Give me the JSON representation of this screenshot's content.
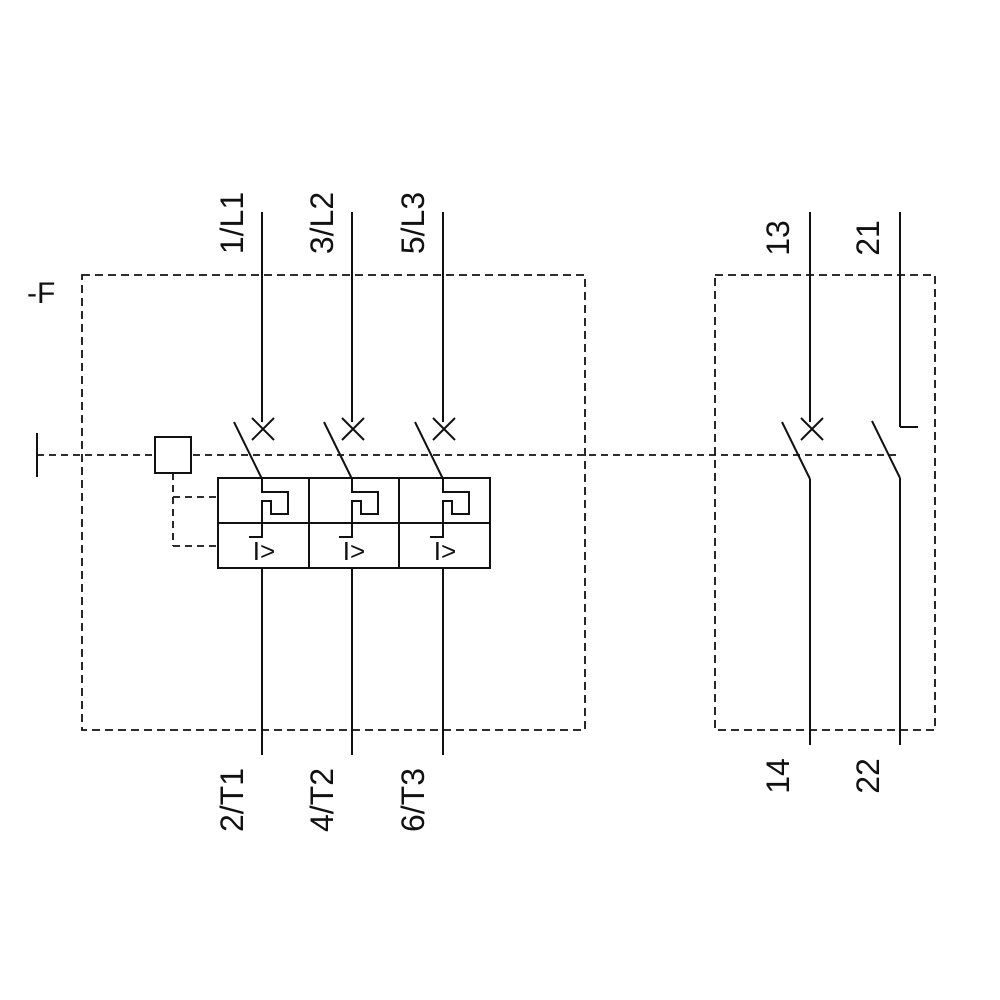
{
  "diagram": {
    "device_label": "-F",
    "main_circuit": {
      "top_terminals": [
        "1/L1",
        "3/L2",
        "5/L3"
      ],
      "bottom_terminals": [
        "2/T1",
        "4/T2",
        "6/T3"
      ],
      "overcurrent_symbols": [
        "I>",
        "I>",
        "I>"
      ]
    },
    "aux_circuit": {
      "no_contact": {
        "top_terminal": "13",
        "bottom_terminal": "14"
      },
      "nc_contact": {
        "top_terminal": "21",
        "bottom_terminal": "22"
      }
    },
    "colors": {
      "line": "#111111",
      "background": "#ffffff"
    }
  }
}
